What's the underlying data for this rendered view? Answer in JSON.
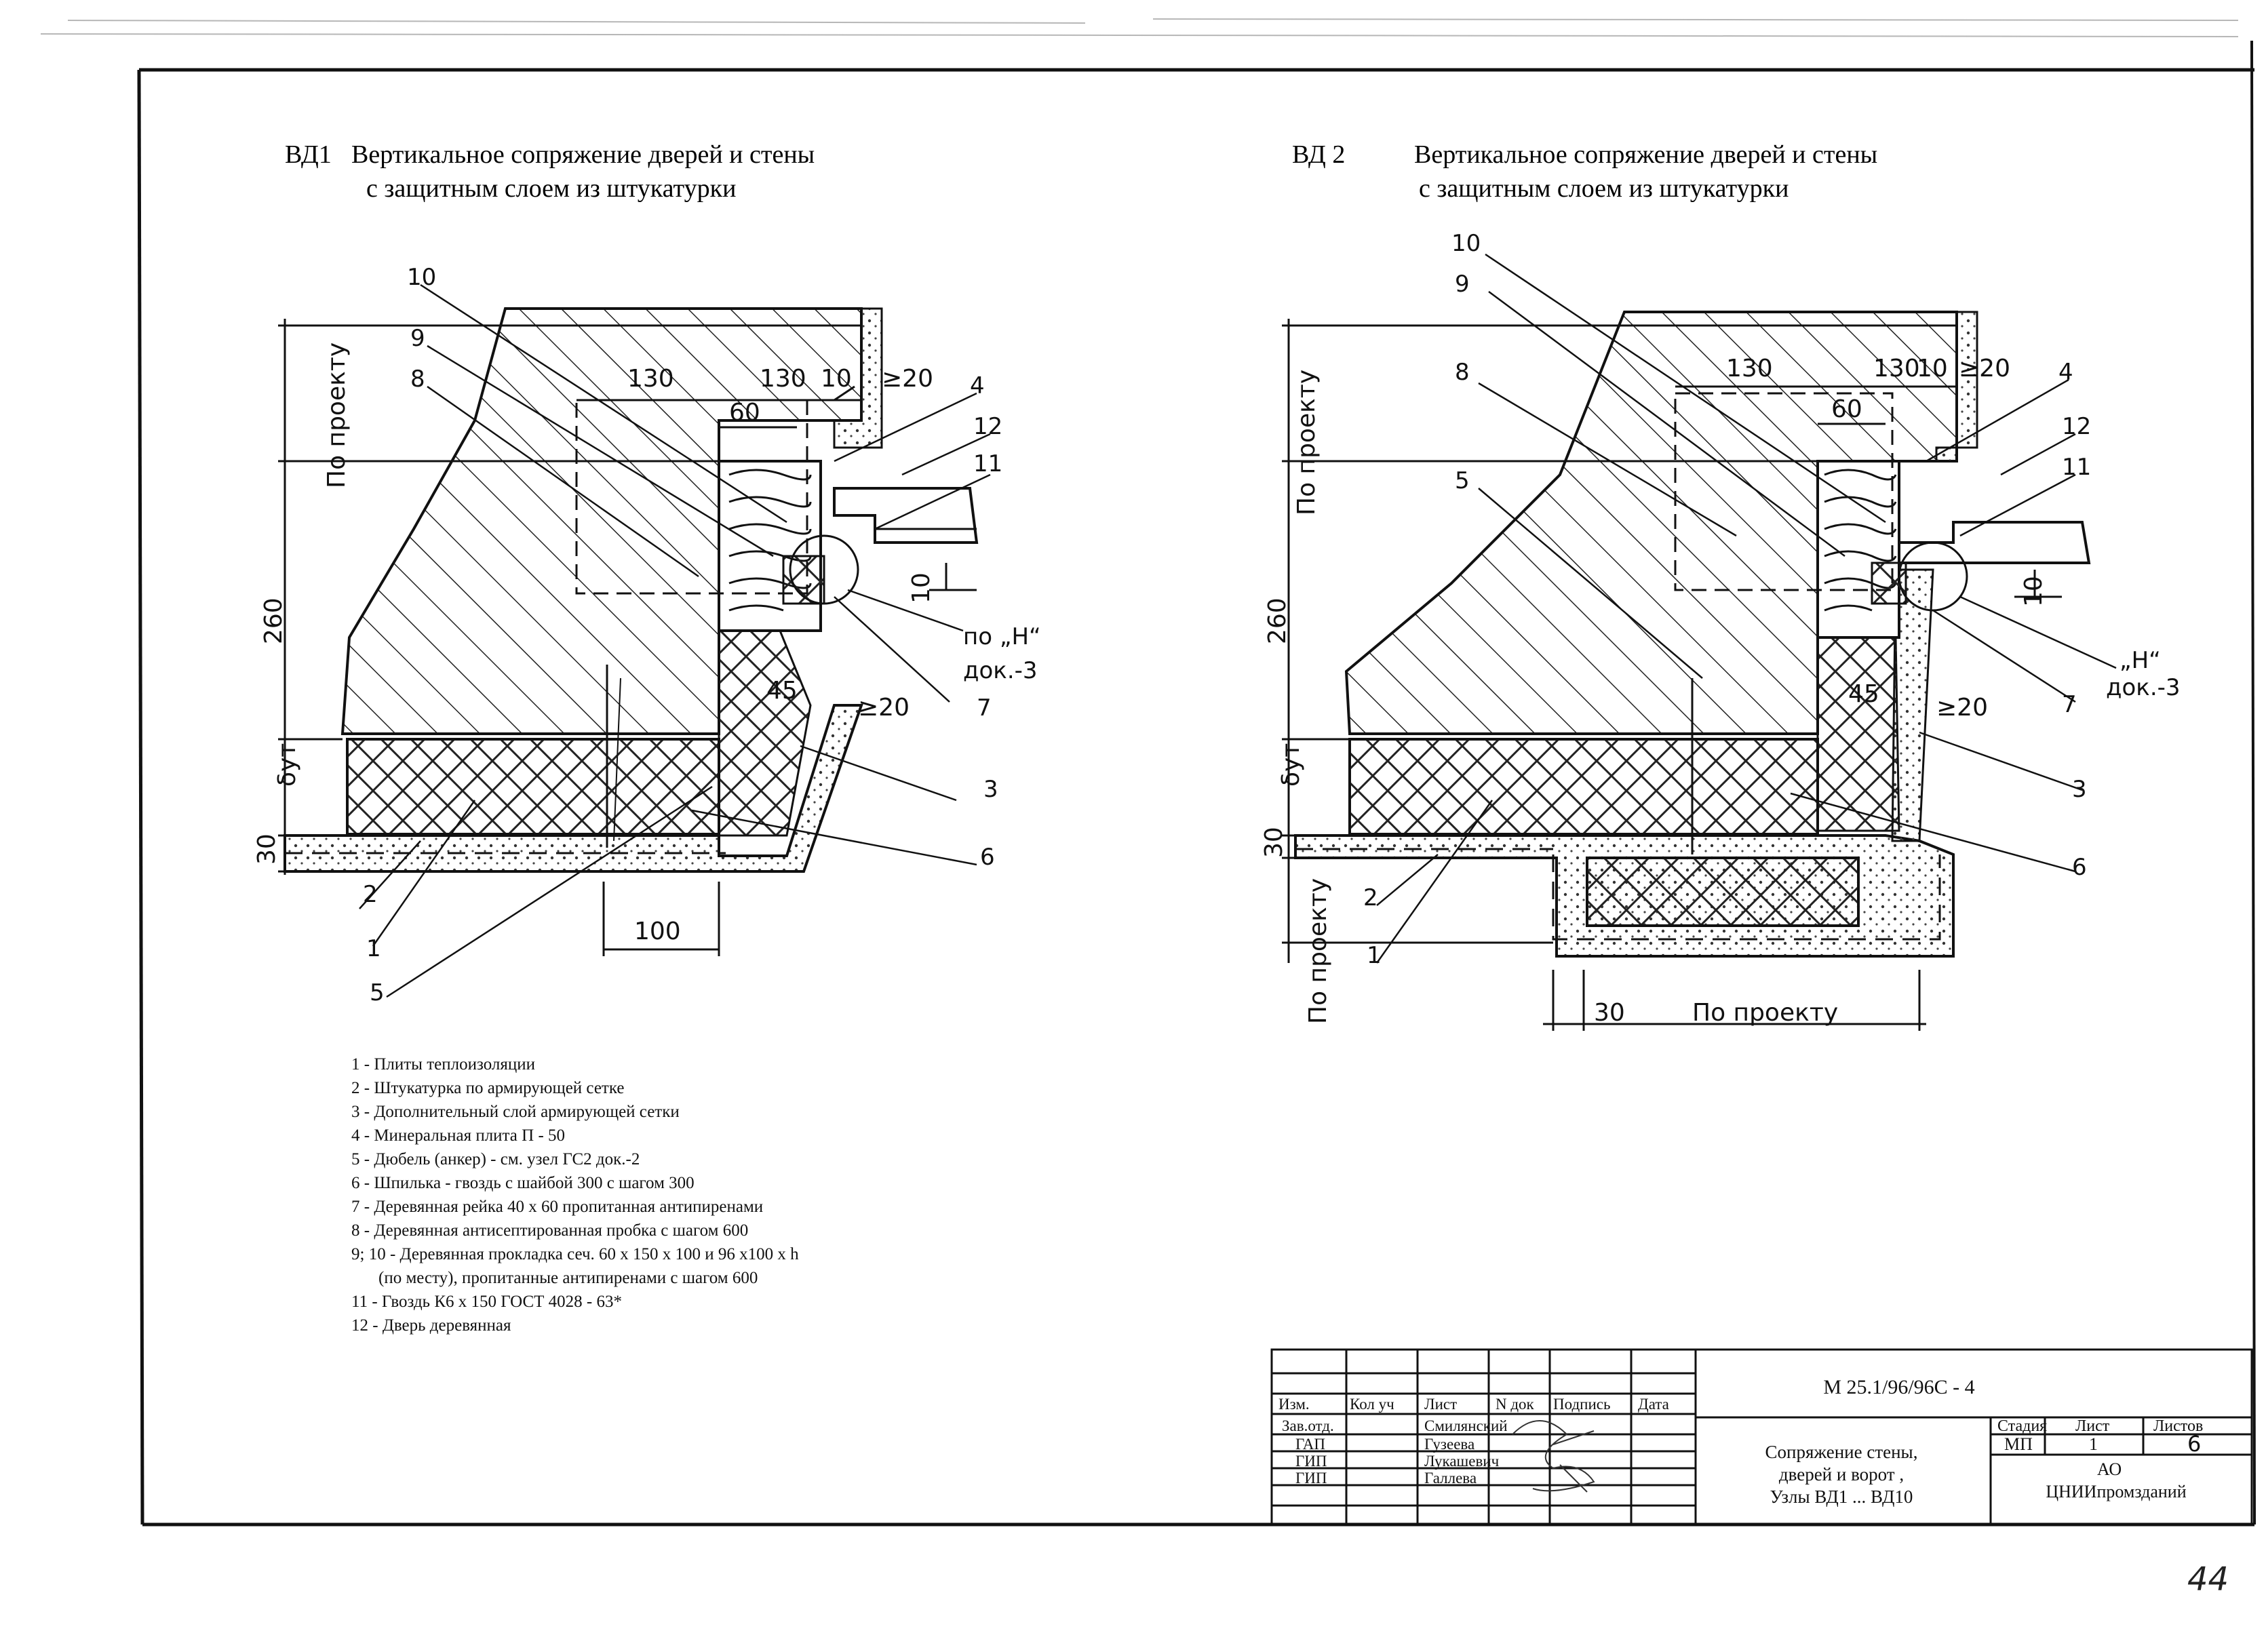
{
  "vd1": {
    "code": "ВД1",
    "title_line1": "Вертикальное сопряжение дверей и стены",
    "title_line2": "с защитным слоем из штукатурки",
    "dims": {
      "d130a": "130",
      "d130b": "130",
      "d10": "10",
      "d20": "≥20",
      "d60": "60",
      "d10v": "10",
      "d45": "45",
      "d20b": "≥20",
      "d100": "100",
      "d260": "260",
      "d30": "30",
      "dut": "δут",
      "by_project": "По проекту"
    },
    "callouts": [
      "10",
      "9",
      "8",
      "4",
      "12",
      "11",
      "7",
      "3",
      "6",
      "2",
      "1",
      "5"
    ],
    "ref_node": "по „Н“",
    "ref_doc": "док.-3"
  },
  "vd2": {
    "code": "ВД 2",
    "title_line1": "Вертикальное сопряжение дверей и стены",
    "title_line2": "с защитным слоем из штукатурки",
    "dims": {
      "d130a": "130",
      "d130b": "130",
      "d10": "10",
      "d20": "≥20",
      "d60": "60",
      "d10v": "10",
      "d45": "45",
      "d20b": "≥20",
      "d30": "30",
      "d260": "260",
      "d30v": "30",
      "dut": "δут",
      "by_project_top": "По проекту",
      "by_project_left": "По проекту",
      "by_project_bottom": "По проекту"
    },
    "callouts": [
      "10",
      "9",
      "8",
      "5",
      "4",
      "12",
      "11",
      "7",
      "3",
      "6",
      "2",
      "1"
    ],
    "ref_node": "„Н“",
    "ref_doc": "док.-3"
  },
  "legend": [
    "1 - Плиты теплоизоляции",
    "2 - Штукатурка по армирующей сетке",
    "3 - Дополнительный слой армирующей сетки",
    "4 - Минеральная плита П - 50",
    "5 - Дюбель (анкер) - см. узел ГС2 док.-2",
    "6 - Шпилька - гвоздь с шайбой 300 с шагом 300",
    "7 - Деревянная рейка 40 х 60 пропитанная антипиренами",
    "8 - Деревянная антисептированная пробка с шагом 600",
    "9; 10 - Деревянная прокладка сеч. 60 х 150 х 100 и 96 х100 х h",
    "(по месту), пропитанные антипиренами с шагом 600",
    "11 - Гвоздь К6 х 150 ГОСТ 4028 - 63*",
    "12 - Дверь деревянная"
  ],
  "stamp": {
    "code": "М 25.1/96/96С - 4",
    "headers": [
      "Изм.",
      "Кол уч",
      "Лист",
      "N док",
      "Подпись",
      "Дата"
    ],
    "roles": [
      "Зав.отд.",
      "ГАП",
      "ГИП",
      "ГИП"
    ],
    "names": [
      "Смилянский",
      "Гузеева",
      "Лукашевич",
      "Галлева"
    ],
    "title": [
      "Сопряжение стены,",
      "дверей и ворот ,",
      "Узлы ВД1 ... ВД10"
    ],
    "stage_label": "Стадия",
    "sheet_label": "Лист",
    "sheets_label": "Листов",
    "stage": "МП",
    "sheet": "1",
    "sheets": "6",
    "org1": "АО",
    "org2": "ЦНИИпромзданий"
  },
  "page_number": "44"
}
